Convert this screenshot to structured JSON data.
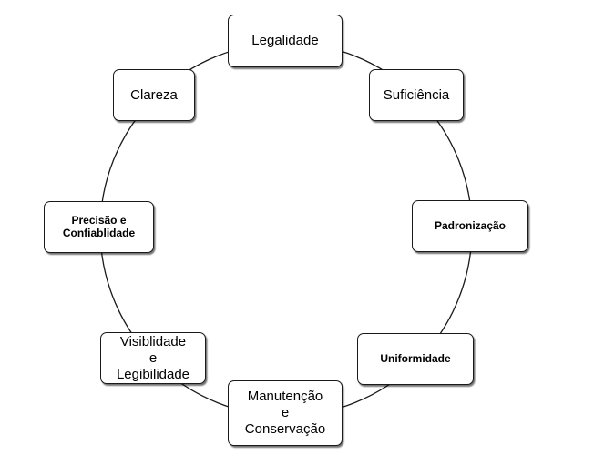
{
  "diagram": {
    "type": "cycle",
    "nodes": [
      {
        "id": "legalidade",
        "label": "Legalidade"
      },
      {
        "id": "suficiencia",
        "label": "Suficiência"
      },
      {
        "id": "padronizacao",
        "label": "Padronização"
      },
      {
        "id": "uniformidade",
        "label": "Uniformidade"
      },
      {
        "id": "manutencao",
        "label": "Manutenção\ne\nConservação"
      },
      {
        "id": "visiblidade",
        "label": "Visiblidade\ne\nLegibilidade"
      },
      {
        "id": "precisao",
        "label": "Precisão e\nConfiablidade"
      },
      {
        "id": "clareza",
        "label": "Clareza"
      }
    ],
    "line_color": "#1a1a1a",
    "box_border_color": "#1a1a1a",
    "background_color": "#ffffff"
  }
}
